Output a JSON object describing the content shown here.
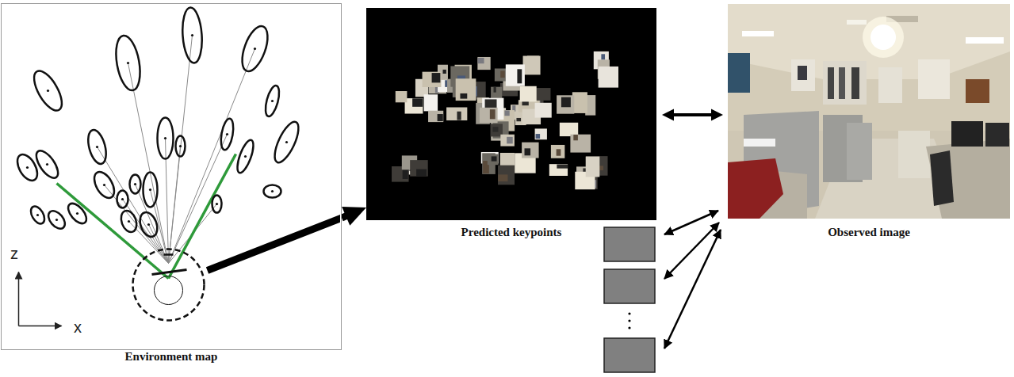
{
  "diagram": {
    "nodes": [
      {
        "text": [
          "Environment map"
        ]
      },
      {
        "text": [
          "Predicted keypoints"
        ]
      },
      {
        "text": [
          "Observed image"
        ]
      }
    ],
    "edges": [
      {
        "from": 0,
        "to": 1,
        "arrow": "to"
      },
      {
        "from": 1,
        "to": 2,
        "arrow": "both"
      }
    ],
    "labels": [
      "z",
      "x"
    ]
  }
}
